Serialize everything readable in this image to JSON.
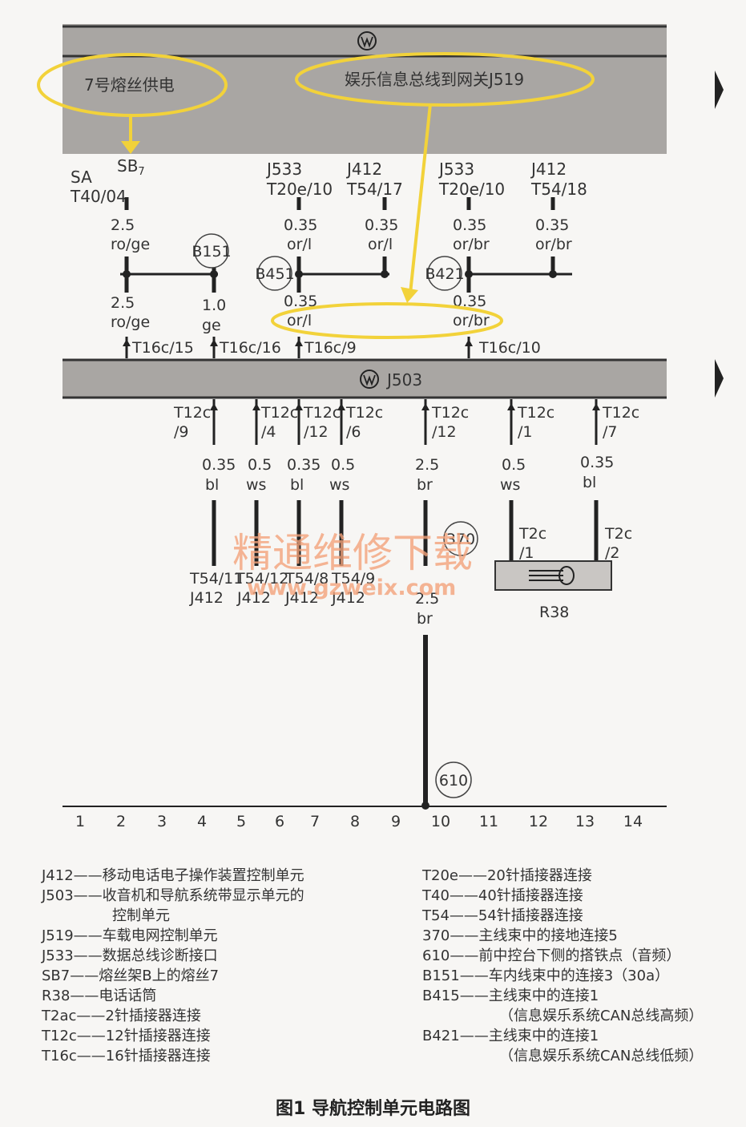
{
  "annotations": {
    "fuse_supply": "7号熔丝供电",
    "bus_gateway": "娱乐信息总线到网关J519"
  },
  "top_left": {
    "sb": "SB",
    "sb_sub": "7",
    "sa": "SA",
    "sa_pin": "T40/04"
  },
  "col_headers": [
    {
      "part": "J533",
      "pin": "T20e/10"
    },
    {
      "part": "J412",
      "pin": "T54/17"
    },
    {
      "part": "J533",
      "pin": "T20e/10"
    },
    {
      "part": "J412",
      "pin": "T54/18"
    }
  ],
  "wires_upper": [
    {
      "size": "2.5",
      "color": "ro/ge"
    },
    {
      "size": "0.35",
      "color": "or/l"
    },
    {
      "size": "0.35",
      "color": "or/l"
    },
    {
      "size": "0.35",
      "color": "or/br"
    },
    {
      "size": "0.35",
      "color": "or/br"
    }
  ],
  "junctions": [
    "B151",
    "B451",
    "B421"
  ],
  "wires_mid": [
    {
      "size": "2.5",
      "color": "ro/ge"
    },
    {
      "size": "1.0",
      "color": "ge"
    },
    {
      "size": "0.35",
      "color": "or/l"
    },
    {
      "size": "0.35",
      "color": "or/br"
    }
  ],
  "t16_pins": [
    "T16c/15",
    "T16c/16",
    "T16c/9",
    "T16c/10"
  ],
  "j503_label": "J503",
  "t12_pins": [
    {
      "a": "T12c",
      "b": "/9"
    },
    {
      "a": "T12c",
      "b": "/4"
    },
    {
      "a": "T12c",
      "b": "/12"
    },
    {
      "a": "T12c",
      "b": "/6"
    },
    {
      "a": "T12c",
      "b": "/12"
    },
    {
      "a": "T12c",
      "b": "/1"
    },
    {
      "a": "T12c",
      "b": "/7"
    }
  ],
  "wires_lower": [
    {
      "size": "0.35",
      "color": "bl"
    },
    {
      "size": "0.5",
      "color": "ws"
    },
    {
      "size": "0.35",
      "color": "bl"
    },
    {
      "size": "0.5",
      "color": "ws"
    },
    {
      "size": "2.5",
      "color": "br"
    },
    {
      "size": "0.5",
      "color": "ws"
    },
    {
      "size": "0.35",
      "color": "bl"
    }
  ],
  "bottom_pins": [
    {
      "pin": "T54/11",
      "part": "J412"
    },
    {
      "pin": "T54/12",
      "part": "J412"
    },
    {
      "pin": "T54/8",
      "part": "J412"
    },
    {
      "pin": "T54/9",
      "part": "J412"
    }
  ],
  "ground_370": "370",
  "ground_wire": {
    "size": "2.5",
    "color": "br"
  },
  "t2c": [
    {
      "a": "T2c",
      "b": "/1"
    },
    {
      "a": "T2c",
      "b": "/2"
    }
  ],
  "r38": "R38",
  "ground_610": "610",
  "scale": [
    "1",
    "2",
    "3",
    "4",
    "5",
    "6",
    "7",
    "8",
    "9",
    "10",
    "11",
    "12",
    "13",
    "14"
  ],
  "watermark": {
    "cn": "精通维修下载",
    "url": "www.gzweix.com"
  },
  "legend_left": [
    {
      "code": "J412",
      "desc": "移动电话电子操作装置控制单元"
    },
    {
      "code": "J503",
      "desc": "收音机和导航系统带显示单元的"
    },
    {
      "code": "",
      "desc": "控制单元"
    },
    {
      "code": "J519",
      "desc": "车载电网控制单元"
    },
    {
      "code": "J533",
      "desc": "数据总线诊断接口"
    },
    {
      "code": "SB7",
      "desc": "熔丝架B上的熔丝7"
    },
    {
      "code": "R38",
      "desc": "电话话筒"
    },
    {
      "code": "T2ac",
      "desc": "2针插接器连接"
    },
    {
      "code": "T12c",
      "desc": "12针插接器连接"
    },
    {
      "code": "T16c",
      "desc": "16针插接器连接"
    }
  ],
  "legend_right": [
    {
      "code": "T20e",
      "desc": "20针插接器连接"
    },
    {
      "code": "T40",
      "desc": "40针插接器连接"
    },
    {
      "code": "T54",
      "desc": "54针插接器连接"
    },
    {
      "code": "370",
      "desc": "主线束中的接地连接5"
    },
    {
      "code": "610",
      "desc": "前中控台下侧的搭铁点（音频）"
    },
    {
      "code": "B151",
      "desc": "车内线束中的连接3（30a）"
    },
    {
      "code": "B415",
      "desc": "主线束中的连接1"
    },
    {
      "code": "",
      "desc": "（信息娱乐系统CAN总线高频）"
    },
    {
      "code": "B421",
      "desc": "主线束中的连接1"
    },
    {
      "code": "",
      "desc": "（信息娱乐系统CAN总线低频）"
    }
  ],
  "caption": "图1 导航控制单元电路图",
  "colors": {
    "bar": "#a9a6a3",
    "highlight": "#f2d23a",
    "watermark": "#f2a27a"
  }
}
